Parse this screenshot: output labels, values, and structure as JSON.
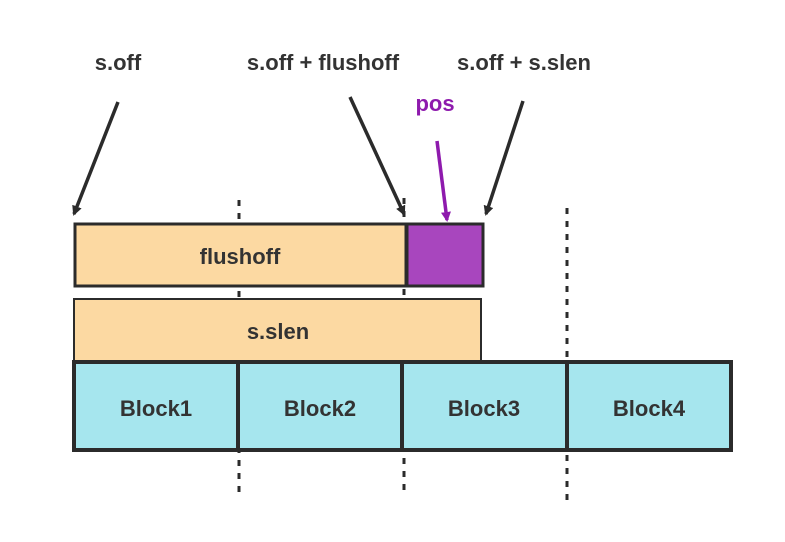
{
  "labels": {
    "soff": "s.off",
    "soff_flushoff": "s.off + flushoff",
    "soff_slen": "s.off + s.slen",
    "pos": "pos"
  },
  "boxes": {
    "flushoff": "flushoff",
    "slen": "s.slen"
  },
  "blocks": [
    "Block1",
    "Block2",
    "Block3",
    "Block4"
  ],
  "colors": {
    "peach": "#fcd9a2",
    "cyan": "#a6e6ee",
    "purple": "#a846be",
    "pos_label": "#8e1aad",
    "border": "#2b2b2b"
  }
}
